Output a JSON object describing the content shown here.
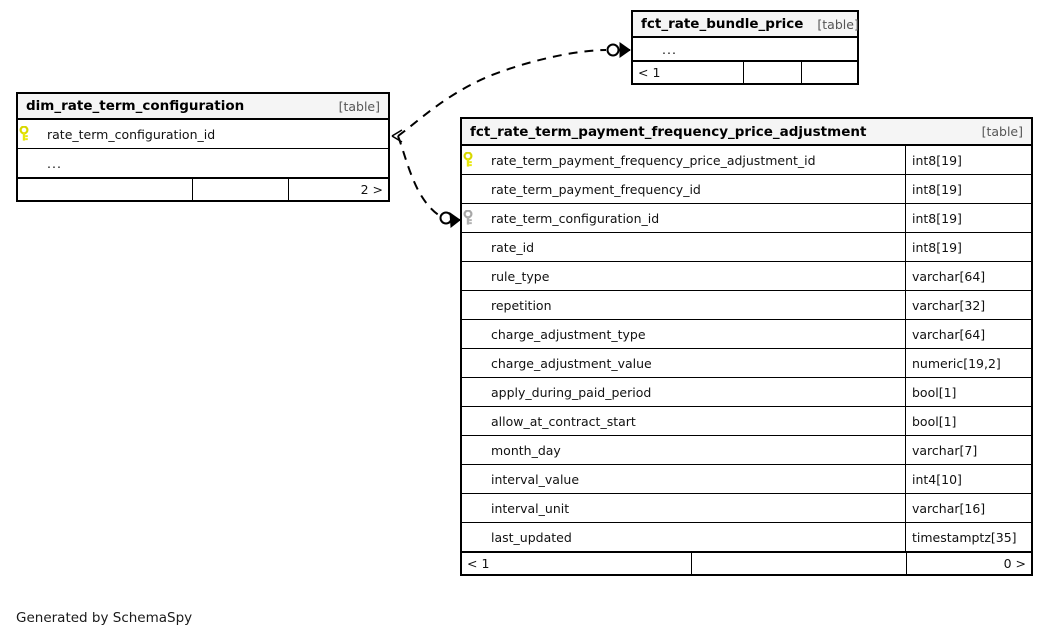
{
  "diagram": {
    "title": "SchemaSpy entity relationship diagram",
    "generated_by": "Generated by SchemaSpy",
    "colors": {
      "background": "#ffffff",
      "table_border": "#000000",
      "header_fill": "#f5f5f5",
      "primary_key": "#e8e80c",
      "foreign_key": "#b0b0b0",
      "text": "#111111",
      "kind_label": "#555555"
    }
  },
  "tables": [
    {
      "id": "fct_rate_bundle_price",
      "name": "fct_rate_bundle_price",
      "kind": "[table]",
      "rows": [
        {
          "label": "...",
          "type": "",
          "key": "none",
          "ellipsis": true
        }
      ],
      "footer": [
        "< 1",
        "",
        ""
      ]
    },
    {
      "id": "dim_rate_term_configuration",
      "name": "dim_rate_term_configuration",
      "kind": "[table]",
      "rows": [
        {
          "label": "rate_term_configuration_id",
          "type": "",
          "key": "primary"
        },
        {
          "label": "...",
          "type": "",
          "key": "none",
          "ellipsis": true
        }
      ],
      "footer": [
        "",
        "",
        "2 >"
      ]
    },
    {
      "id": "fct_rate_term_payment_frequency_price_adjustment",
      "name": "fct_rate_term_payment_frequency_price_adjustment",
      "kind": "[table]",
      "rows": [
        {
          "label": "rate_term_payment_frequency_price_adjustment_id",
          "type": "int8[19]",
          "key": "primary"
        },
        {
          "label": "rate_term_payment_frequency_id",
          "type": "int8[19]",
          "key": "none"
        },
        {
          "label": "rate_term_configuration_id",
          "type": "int8[19]",
          "key": "foreign"
        },
        {
          "label": "rate_id",
          "type": "int8[19]",
          "key": "none"
        },
        {
          "label": "rule_type",
          "type": "varchar[64]",
          "key": "none"
        },
        {
          "label": "repetition",
          "type": "varchar[32]",
          "key": "none"
        },
        {
          "label": "charge_adjustment_type",
          "type": "varchar[64]",
          "key": "none"
        },
        {
          "label": "charge_adjustment_value",
          "type": "numeric[19,2]",
          "key": "none"
        },
        {
          "label": "apply_during_paid_period",
          "type": "bool[1]",
          "key": "none"
        },
        {
          "label": "allow_at_contract_start",
          "type": "bool[1]",
          "key": "none"
        },
        {
          "label": "month_day",
          "type": "varchar[7]",
          "key": "none"
        },
        {
          "label": "interval_value",
          "type": "int4[10]",
          "key": "none"
        },
        {
          "label": "interval_unit",
          "type": "varchar[16]",
          "key": "none"
        },
        {
          "label": "last_updated",
          "type": "timestamptz[35]",
          "key": "none"
        }
      ],
      "footer": [
        "< 1",
        "",
        "0 >"
      ]
    }
  ],
  "relationships": [
    {
      "id": "rel-dim-to-bundle",
      "from": "dim_rate_term_configuration",
      "to": "fct_rate_bundle_price",
      "style": "dashed",
      "source_marker": "crows-foot",
      "target_marker": "zero-or-many"
    },
    {
      "id": "rel-dim-to-fct",
      "from": "dim_rate_term_configuration",
      "to": "fct_rate_term_payment_frequency_price_adjustment",
      "style": "dashed",
      "source_marker": "crows-foot",
      "target_marker": "zero-or-many"
    }
  ]
}
